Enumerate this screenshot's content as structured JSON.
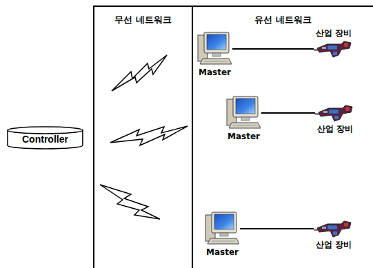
{
  "diagram": {
    "nodes": [
      {
        "text": [
          "무선 네트워크"
        ]
      },
      {
        "text": [
          "유선 네트워크"
        ]
      },
      {
        "text": [
          "Controller"
        ]
      },
      {
        "text": [
          "Master"
        ],
        "in": 1
      },
      {
        "text": [
          "산업 장비"
        ],
        "in": 1
      },
      {
        "text": [
          "Master"
        ],
        "in": 1
      },
      {
        "text": [
          "산업 장비"
        ],
        "in": 1
      },
      {
        "text": [
          "Master"
        ],
        "in": 1
      },
      {
        "text": [
          "산업 장비"
        ],
        "in": 1
      }
    ],
    "edges": [
      {
        "from": 3,
        "to": 4,
        "arrow": "none"
      },
      {
        "from": 5,
        "to": 6,
        "arrow": "none"
      },
      {
        "from": 7,
        "to": 8,
        "arrow": "none"
      }
    ]
  }
}
